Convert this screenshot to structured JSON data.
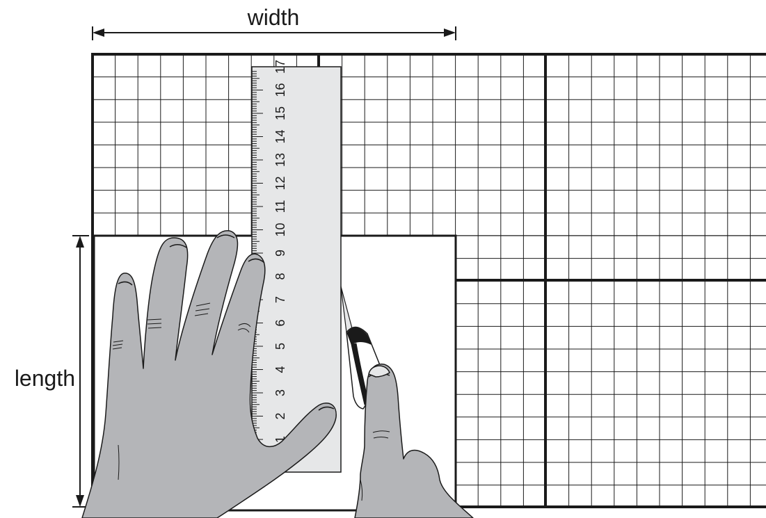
{
  "labels": {
    "width": "width",
    "length": "length"
  },
  "ruler": {
    "numbers": [
      "1",
      "2",
      "3",
      "4",
      "5",
      "6",
      "7",
      "8",
      "9",
      "10",
      "11",
      "12",
      "13",
      "14",
      "15",
      "16",
      "17"
    ]
  },
  "colors": {
    "line": "#1a1a1a",
    "ruler_fill": "#e6e7e8",
    "hand_fill": "#b4b5b8",
    "background": "#ffffff"
  },
  "icons": {
    "hand_left": "left-hand-icon",
    "hand_right": "right-hand-icon",
    "cutter": "utility-knife-icon"
  }
}
